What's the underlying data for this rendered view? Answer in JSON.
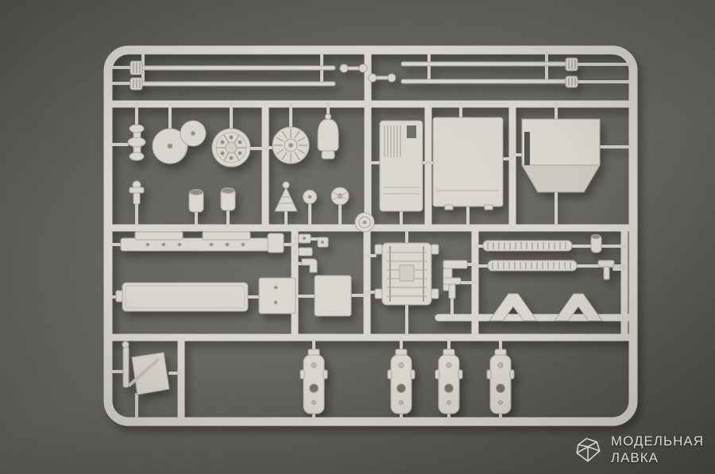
{
  "scene": {
    "type": "product-photo",
    "subject": "Light gray injection-molded plastic model kit sprue with unassembled parts, photographed on a dark gray surface",
    "background": "dark gray textured surface"
  },
  "colors": {
    "background": "#63625e",
    "sprue_plastic": "#d7d5cd",
    "part_edge": "#a9a79e",
    "detail_shadow": "#8f8d85",
    "dark_hole": "#6e6d68",
    "watermark_text": "#d9d9d9"
  },
  "watermark": {
    "logo_icon": "crystal-icon",
    "line1": "МОДЕЛЬНАЯ",
    "line2": "ЛАВКА"
  },
  "sprue": {
    "parts": [
      "long rod upper-left",
      "long rod lower-left",
      "long rod upper-right",
      "long rod lower-right",
      "small axle pair",
      "pulley stack",
      "large drum wheel",
      "small drum wheel",
      "spoked wheel",
      "finned fan disc",
      "dome housing",
      "louvered panel",
      "large flat panel",
      "angled roof panel",
      "small bracket",
      "cylinder cup pair",
      "ribbed cone",
      "small disc",
      "notched disc",
      "round hatch",
      "stepped hull bar",
      "small fittings",
      "elbow pipe",
      "radiator grille",
      "L bracket",
      "ribbed strip pair",
      "side T fitting",
      "long deck plate",
      "small box pair",
      "A-frame gussets",
      "mud flap assembly",
      "suspension bogies x4"
    ]
  }
}
